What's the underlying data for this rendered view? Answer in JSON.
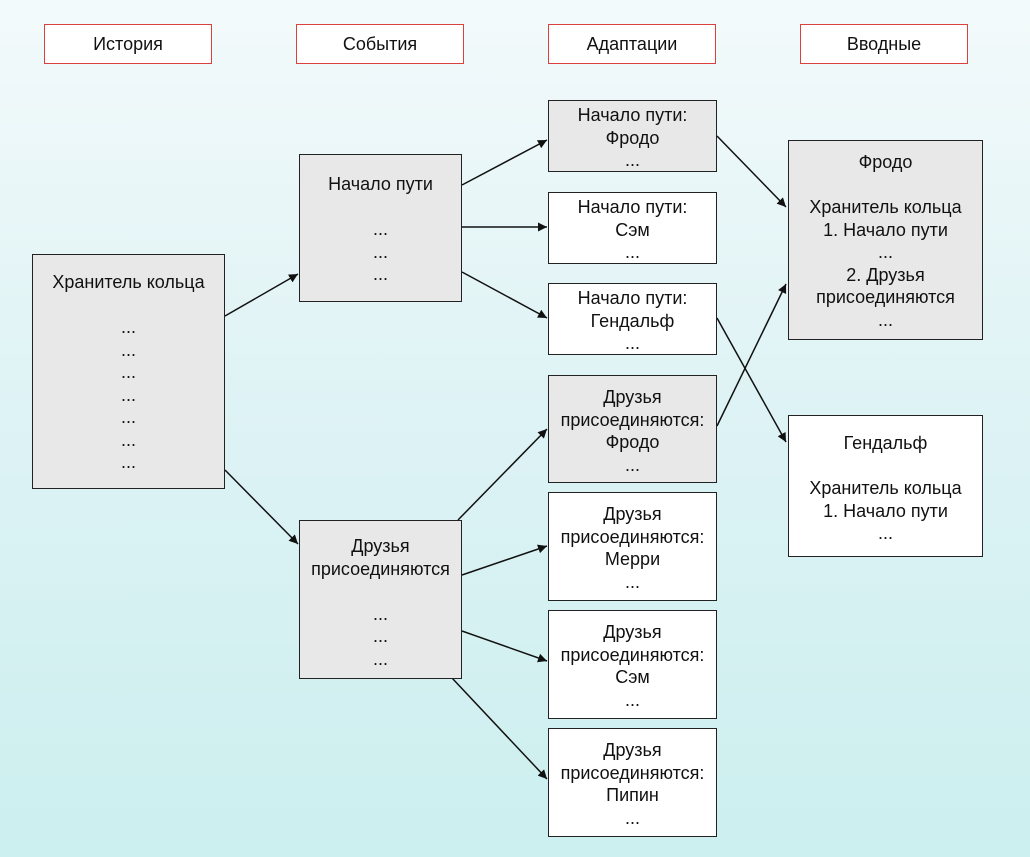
{
  "columns": {
    "history": "История",
    "events": "События",
    "adaptations": "Адаптации",
    "intros": "Вводные"
  },
  "history_node": {
    "title": "Хранитель кольца",
    "lines": [
      "...",
      "...",
      "...",
      "...",
      "...",
      "...",
      "..."
    ]
  },
  "events": {
    "start": {
      "title": "Начало пути",
      "lines": [
        "...",
        "...",
        "..."
      ]
    },
    "friends": {
      "title_1": "Друзья",
      "title_2": "присоединяются",
      "lines": [
        "...",
        "...",
        "..."
      ]
    }
  },
  "adaptations": {
    "start_frodo": {
      "l1": "Начало пути:",
      "l2": "Фродо",
      "l3": "..."
    },
    "start_sam": {
      "l1": "Начало пути:",
      "l2": "Сэм",
      "l3": "..."
    },
    "start_gandalf": {
      "l1": "Начало пути:",
      "l2": "Гендальф",
      "l3": "..."
    },
    "friends_frodo": {
      "l1": "Друзья",
      "l2": "присоединяются:",
      "l3": "Фродо",
      "l4": "..."
    },
    "friends_merry": {
      "l1": "Друзья",
      "l2": "присоединяются:",
      "l3": "Мерри",
      "l4": "..."
    },
    "friends_sam": {
      "l1": "Друзья",
      "l2": "присоединяются:",
      "l3": "Сэм",
      "l4": "..."
    },
    "friends_pippin": {
      "l1": "Друзья",
      "l2": "присоединяются:",
      "l3": "Пипин",
      "l4": "..."
    }
  },
  "intros": {
    "frodo": {
      "name": "Фродо",
      "story": "Хранитель кольца",
      "item1": "1. Начало пути",
      "dots1": "...",
      "item2a": "2. Друзья",
      "item2b": "присоединяются",
      "dots2": "..."
    },
    "gandalf": {
      "name": "Гендальф",
      "story": "Хранитель кольца",
      "item1": "1. Начало пути",
      "dots1": "..."
    }
  },
  "colors": {
    "header_border": "#d9413d",
    "node_gray": "#e8e8e8",
    "node_white": "#ffffff",
    "arrow": "#111111"
  }
}
